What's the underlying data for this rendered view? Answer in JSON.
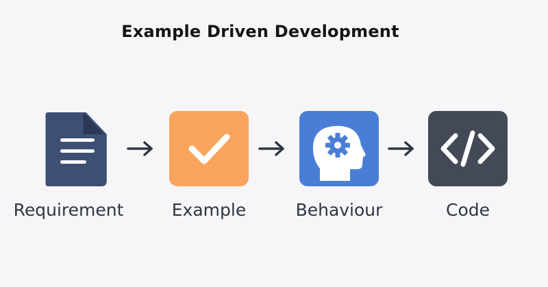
{
  "diagram": {
    "title": "Example Driven Development",
    "steps": [
      {
        "label": "Requirement",
        "icon": "document-icon",
        "color": "#3d4f73"
      },
      {
        "label": "Example",
        "icon": "checkmark-icon",
        "color": "#f9a55d"
      },
      {
        "label": "Behaviour",
        "icon": "head-gear-icon",
        "color": "#4a7ed6"
      },
      {
        "label": "Code",
        "icon": "code-brackets-icon",
        "color": "#434956"
      }
    ],
    "arrow_color": "#2f3542"
  }
}
